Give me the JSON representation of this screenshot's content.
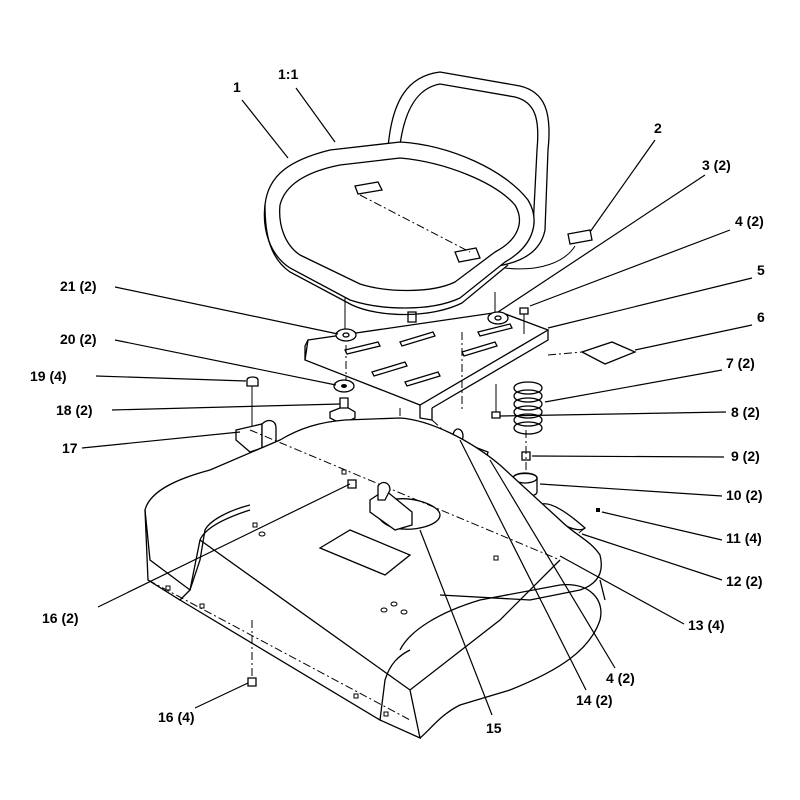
{
  "callouts": {
    "c1": "1",
    "c1_1": "1:1",
    "c2": "2",
    "c3": "3 (2)",
    "c4a": "4 (2)",
    "c5": "5",
    "c6": "6",
    "c7": "7 (2)",
    "c8": "8 (2)",
    "c9": "9 (2)",
    "c10": "10 (2)",
    "c11": "11 (4)",
    "c12": "12 (2)",
    "c13": "13 (4)",
    "c4b": "4 (2)",
    "c14": "14 (2)",
    "c15": "15",
    "c16a": "16 (2)",
    "c16b": "16 (4)",
    "c17": "17",
    "c18": "18 (2)",
    "c19": "19 (4)",
    "c20": "20 (2)",
    "c21": "21 (2)"
  }
}
